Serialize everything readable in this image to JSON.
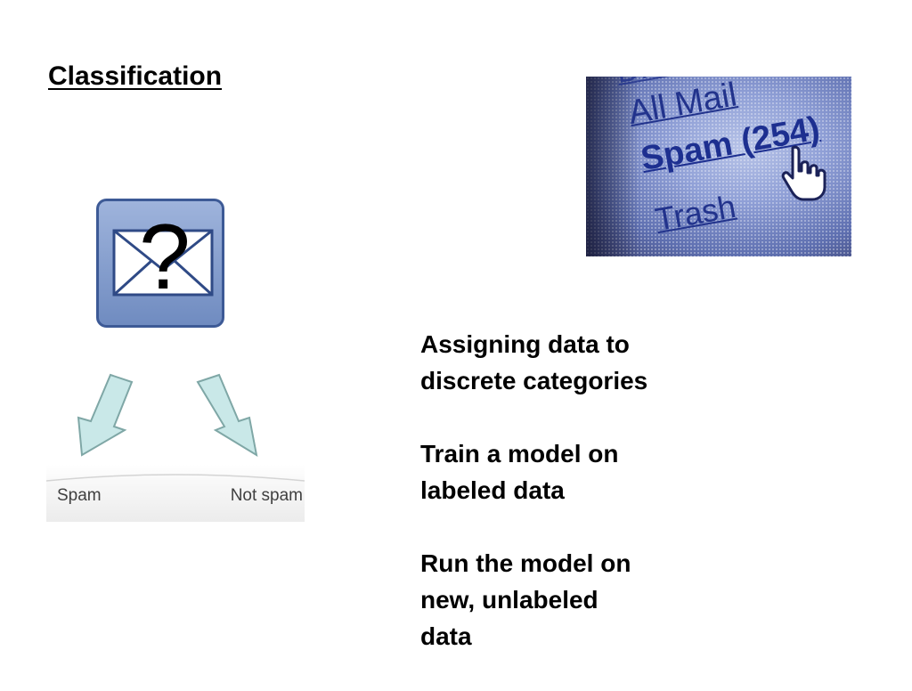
{
  "slide": {
    "title": "Classification"
  },
  "illustration": {
    "question_mark": "?",
    "labels": {
      "left": "Spam",
      "right": "Not spam"
    },
    "icon_colors": {
      "tile": "#7f98c8",
      "tile_border": "#3d5a96",
      "envelope": "#ffffff",
      "envelope_stroke": "#2f4a86",
      "arrow_fill": "#c9e8e8",
      "arrow_stroke": "#7fa7a6"
    }
  },
  "photo": {
    "items": [
      {
        "label": "Drafts"
      },
      {
        "label": "All Mail"
      },
      {
        "label": "Spam (254)"
      },
      {
        "label": "Trash"
      }
    ],
    "link_color": "#22338c"
  },
  "bullets": [
    "Assigning data to\ndiscrete categories",
    "Train a model on\nlabeled data",
    "Run the model on\nnew, unlabeled\ndata"
  ]
}
